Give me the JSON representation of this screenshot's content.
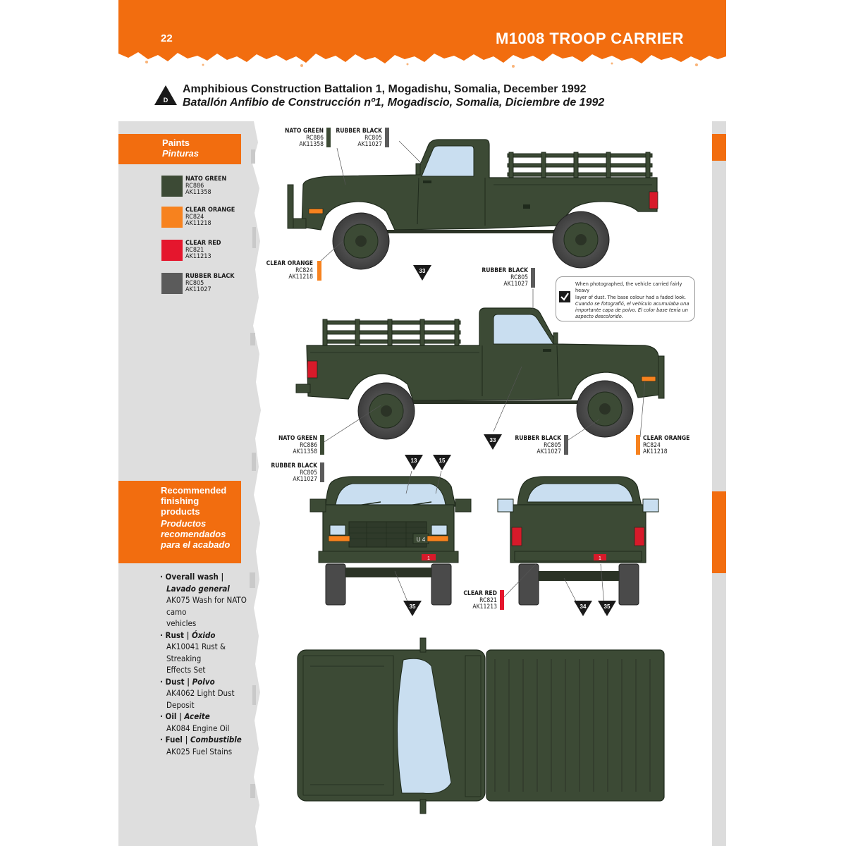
{
  "header": {
    "page_number": "22",
    "title": "M1008 TROOP CARRIER",
    "colors": {
      "accent": "#f26d0f",
      "vehicle_green": "#3c4a35",
      "sidebar_grey": "#dedede"
    }
  },
  "scheme": {
    "marker_letter": "D",
    "title_en": "Amphibious Construction Battalion 1, Mogadishu, Somalia, December 1992",
    "title_es": "Batallón Anfibio de Construcción nº1, Mogadiscio, Somalia, Diciembre de 1992"
  },
  "paints": {
    "heading_en": "Paints",
    "heading_es": "Pinturas",
    "items": [
      {
        "name": "NATO GREEN",
        "code1": "RC886",
        "code2": "AK11358",
        "color": "#3c4a35"
      },
      {
        "name": "CLEAR ORANGE",
        "code1": "RC824",
        "code2": "AK11218",
        "color": "#f7821e"
      },
      {
        "name": "CLEAR RED",
        "code1": "RC821",
        "code2": "AK11213",
        "color": "#e5162d"
      },
      {
        "name": "RUBBER BLACK",
        "code1": "RC805",
        "code2": "AK11027",
        "color": "#5b5b5b"
      }
    ]
  },
  "finishing": {
    "heading_en_1": "Recommended",
    "heading_en_2": "finishing",
    "heading_en_3": "products",
    "heading_es_1": "Productos",
    "heading_es_2": "recomendados",
    "heading_es_3": "para el acabado",
    "items": [
      {
        "label_en": "Overall wash",
        "label_es": "Lavado general",
        "product_1": "AK075 Wash for NATO camo",
        "product_2": "vehicles"
      },
      {
        "label_en": "Rust",
        "label_es": "Óxido",
        "product_1": "AK10041 Rust & Streaking",
        "product_2": "Effects Set"
      },
      {
        "label_en": "Dust",
        "label_es": "Polvo",
        "product_1": "AK4062 Light Dust Deposit",
        "product_2": ""
      },
      {
        "label_en": "Oil",
        "label_es": "Aceite",
        "product_1": "AK084 Engine Oil",
        "product_2": ""
      },
      {
        "label_en": "Fuel",
        "label_es": "Combustible",
        "product_1": "AK025 Fuel Stains",
        "product_2": ""
      }
    ]
  },
  "note": {
    "line1": "When photographed, the vehicle carried fairly heavy",
    "line2": "layer of dust. The base colour had a faded look.",
    "line3": "Cuando se fotografió, el vehículo acumulaba una",
    "line4": "importante capa de polvo. El color base tenía un",
    "line5": "aspecto descolorido."
  },
  "decals": {
    "side_left": "33",
    "side_right": "33",
    "front_1": "13",
    "front_2": "15",
    "front_3": "35",
    "rear_1": "34",
    "rear_2": "35",
    "plate_front": "1",
    "plate_rear": "1",
    "bumper_marking": "U 4"
  }
}
